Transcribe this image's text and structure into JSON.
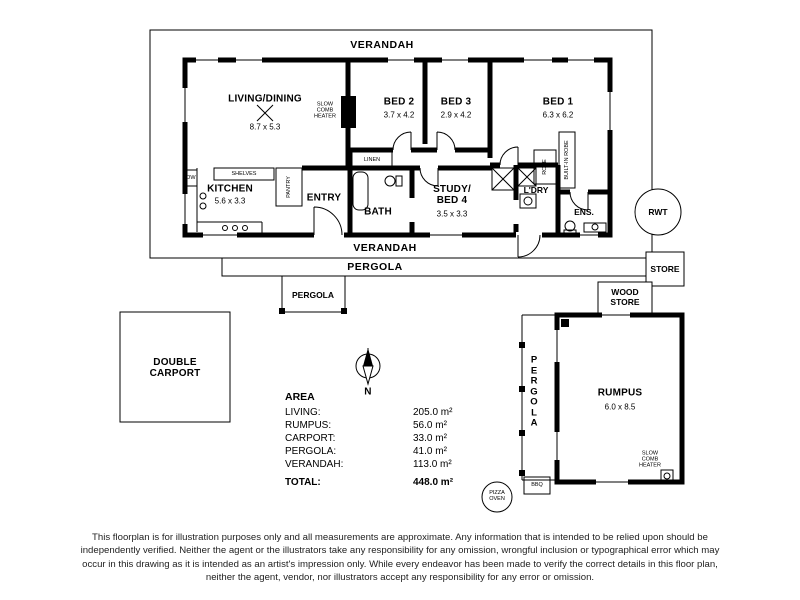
{
  "plan": {
    "verandah_top": "VERANDAH",
    "verandah_bottom": "VERANDAH",
    "pergola_strip": "PERGOLA",
    "pergola_box": "PERGOLA",
    "pergola_side": "PERGOLA",
    "carport": "DOUBLE CARPORT",
    "store": "STORE",
    "wood_store": "WOOD STORE",
    "rwt": "RWT",
    "north": "N",
    "rooms": {
      "living": {
        "name": "LIVING/DINING",
        "dims": "8.7 x 5.3"
      },
      "bed2": {
        "name": "BED 2",
        "dims": "3.7 x 4.2"
      },
      "bed3": {
        "name": "BED 3",
        "dims": "2.9 x 4.2"
      },
      "bed1": {
        "name": "BED 1",
        "dims": "6.3 x 6.2"
      },
      "kitchen": {
        "name": "KITCHEN",
        "dims": "5.6 x 3.3"
      },
      "entry": {
        "name": "ENTRY"
      },
      "bath": {
        "name": "BATH"
      },
      "study": {
        "name": "STUDY/ BED 4",
        "dims": "3.5 x 3.3"
      },
      "laundry": {
        "name": "L'DRY"
      },
      "ens": {
        "name": "ENS."
      },
      "rumpus": {
        "name": "RUMPUS",
        "dims": "6.0 x 8.5"
      }
    },
    "features": {
      "heater_living": "SLOW COMB HEATER",
      "heater_rumpus": "SLOW COMB HEATER",
      "linen": "LINEN",
      "shelves": "SHELVES",
      "pantry": "PANTRY",
      "robe": "ROBE",
      "built_in_robe": "BUILT-IN ROBE",
      "dw": "DW",
      "pizza_oven": "PIZZA OVEN",
      "bbq": "BBQ"
    }
  },
  "area_table": {
    "heading": "AREA",
    "rows": [
      {
        "label": "LIVING:",
        "value": "205.0 m²"
      },
      {
        "label": "RUMPUS:",
        "value": "56.0 m²"
      },
      {
        "label": "CARPORT:",
        "value": "33.0 m²"
      },
      {
        "label": "PERGOLA:",
        "value": "41.0 m²"
      },
      {
        "label": "VERANDAH:",
        "value": "113.0 m²"
      }
    ],
    "total": {
      "label": "TOTAL:",
      "value": "448.0 m²"
    }
  },
  "disclaimer": "This floorplan is for illustration purposes only and all measurements are approximate. Any information that is intended to be relied upon should be independently verified. Neither the agent or the illustrators take any responsibility for any omission, wrongful inclusion or typographical error which may occur in this drawing as it is intended as an artist's impression only. While every endeavor has been made to verify the correct details in this floor plan, neither the agent, vendor, nor illustrators accept any responsibility for any error or omission."
}
